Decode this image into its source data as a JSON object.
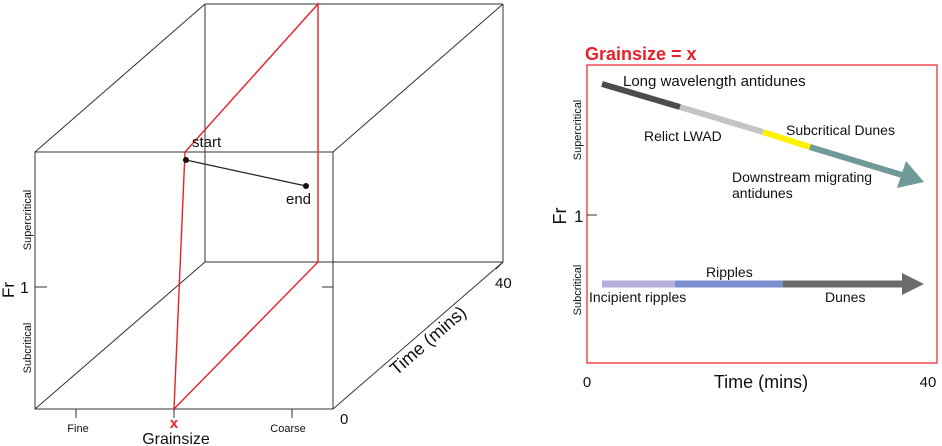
{
  "cube": {
    "start_label": "start",
    "end_label": "end",
    "fr_label": "Fr",
    "fr_tick": "1",
    "supercritical_label": "Supercritical",
    "subcritical_label": "Subcritical",
    "grainsize_fine": "Fine",
    "grainsize_x": "x",
    "grainsize_coarse": "Coarse",
    "grainsize_axis_label": "Grainsize",
    "time_axis_label": "Time (mins)",
    "time_tick_start": "0",
    "time_tick_end": "40"
  },
  "panel": {
    "title": "Grainsize = x",
    "fr_label": "Fr",
    "fr_tick": "1",
    "supercritical_label": "Supercritical",
    "subcritical_label": "Subcritical",
    "time_axis_label": "Time (mins)",
    "time_tick_start": "0",
    "time_tick_end": "40",
    "labels": {
      "long_wavelength": "Long wavelength antidunes",
      "relict_lwad": "Relict LWAD",
      "subcritical_dunes": "Subcritical Dunes",
      "downstream_line1": "Downstream migrating",
      "downstream_line2": "antidunes",
      "ripples": "Ripples",
      "incipient_ripples": "Incipient ripples",
      "dunes": "Dunes"
    }
  },
  "colors": {
    "highlight": "#e8202a",
    "long_wavelength": "#4d4d4d",
    "relict_lwad": "#c4c4c4",
    "subcritical_dunes": "#fff200",
    "downstream": "#6f9a98",
    "incipient_ripples": "#b3aedc",
    "ripples": "#7a8fce",
    "dunes": "#6b6b6b"
  }
}
